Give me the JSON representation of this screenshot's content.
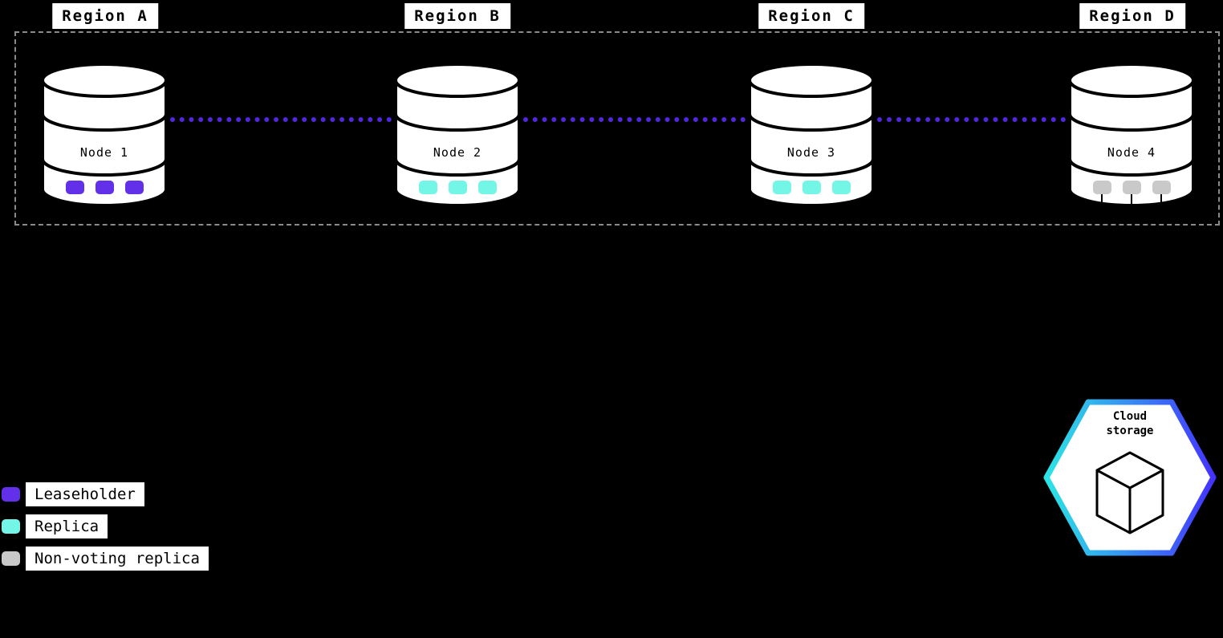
{
  "regions": [
    {
      "label": "Region A"
    },
    {
      "label": "Region B"
    },
    {
      "label": "Region C"
    },
    {
      "label": "Region D"
    }
  ],
  "nodes": [
    {
      "label": "Node 1",
      "replica_type": "Leaseholder",
      "chip_color": "#6130E8",
      "chip_count": 3
    },
    {
      "label": "Node 2",
      "replica_type": "Replica",
      "chip_color": "#74F6E7",
      "chip_count": 3
    },
    {
      "label": "Node 3",
      "replica_type": "Replica",
      "chip_color": "#74F6E7",
      "chip_count": 3
    },
    {
      "label": "Node 4",
      "replica_type": "Non-voting replica",
      "chip_color": "#C9C9C9",
      "chip_count": 3
    }
  ],
  "legend": {
    "items": [
      {
        "label": "Leaseholder",
        "color": "#6130E8"
      },
      {
        "label": "Replica",
        "color": "#74F6E7"
      },
      {
        "label": "Non-voting replica",
        "color": "#C9C9C9"
      }
    ]
  },
  "cloud_storage": {
    "line1": "Cloud",
    "line2": "storage"
  },
  "colors": {
    "background": "#000000",
    "connector": "#5227E0",
    "node_fill": "#FFFFFF",
    "node_stroke": "#000000",
    "hex_gradient_start": "#2BE5E5",
    "hex_gradient_end": "#4433FF"
  }
}
